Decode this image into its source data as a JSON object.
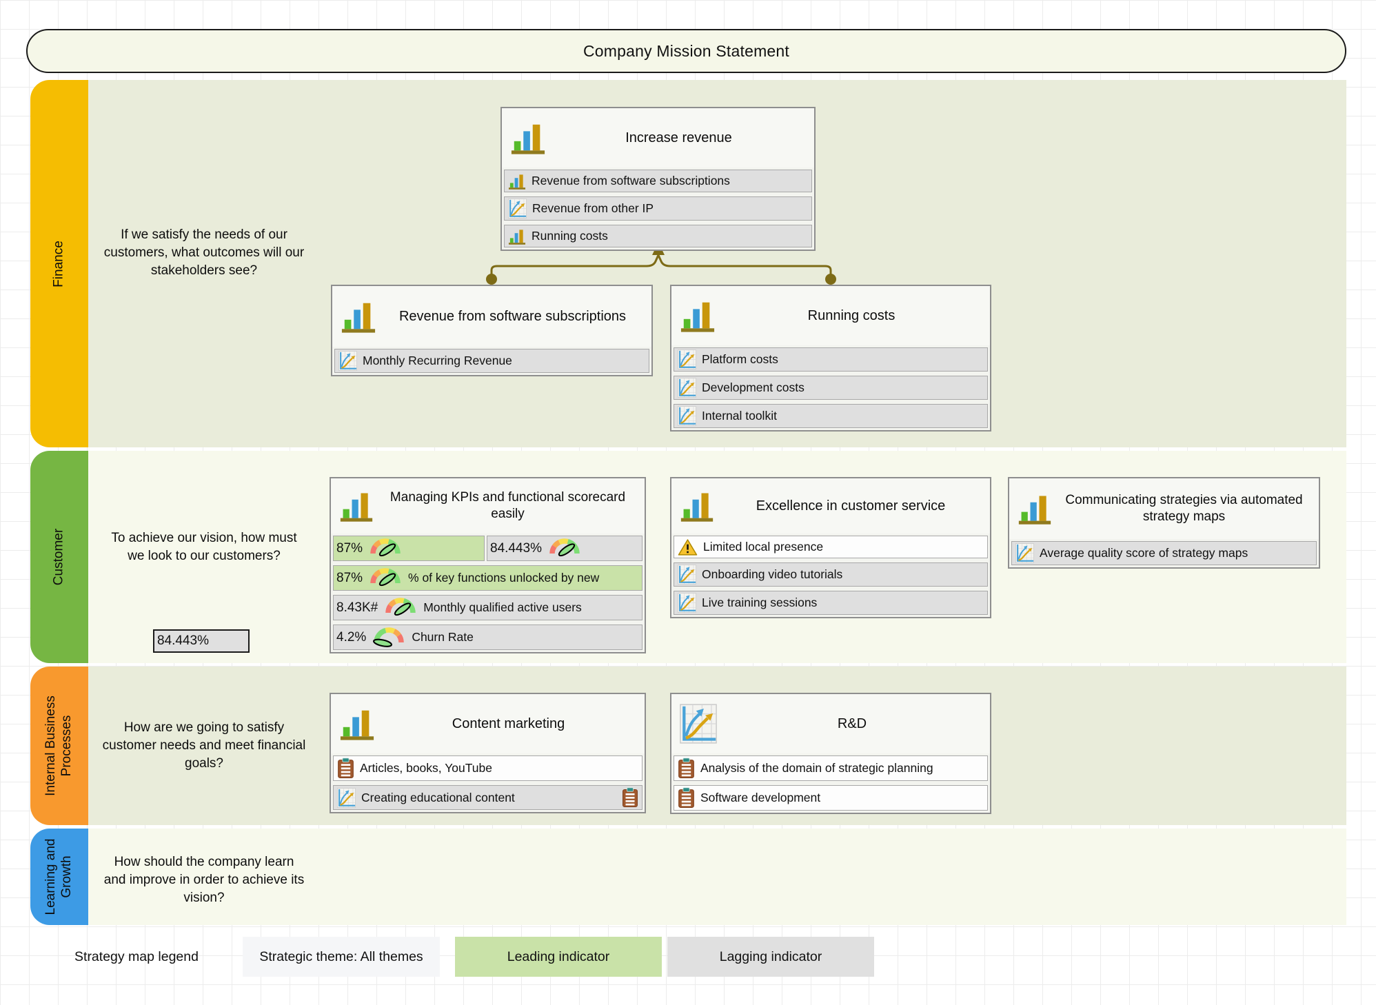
{
  "title": "Company Mission Statement",
  "bands": {
    "finance": {
      "label": "Finance",
      "question": "If we satisfy the needs of our customers, what outcomes will our stakeholders see?"
    },
    "customer": {
      "label": "Customer",
      "question": "To achieve our vision, how must we look to our customers?"
    },
    "internal": {
      "label": "Internal Business Processes",
      "question": "How are we going to satisfy customer needs and meet financial goals?"
    },
    "learning": {
      "label": "Learning and Growth",
      "question": "How should the company learn and improve in order to achieve its vision?"
    }
  },
  "boxes": {
    "increase_revenue": {
      "title": "Increase revenue",
      "items": [
        {
          "icon": "bar-chart-icon",
          "label": "Revenue from software subscriptions"
        },
        {
          "icon": "line-chart-icon",
          "label": "Revenue from other IP"
        },
        {
          "icon": "bar-chart-icon",
          "label": "Running costs"
        }
      ]
    },
    "revenue_software": {
      "title": "Revenue from software subscriptions",
      "items": [
        {
          "icon": "line-chart-icon",
          "label": "Monthly Recurring Revenue"
        }
      ]
    },
    "running_costs": {
      "title": "Running costs",
      "items": [
        {
          "icon": "line-chart-icon",
          "label": "Platform costs"
        },
        {
          "icon": "line-chart-icon",
          "label": "Development costs"
        },
        {
          "icon": "line-chart-icon",
          "label": "Internal toolkit"
        }
      ]
    },
    "kpi_scorecard": {
      "title": "Managing KPIs and functional scorecard easily",
      "rows": [
        {
          "value": "87%",
          "label": "",
          "indicator": "leading",
          "gauge": "normal"
        },
        {
          "value": "84.443%",
          "label": "",
          "indicator": "lagging",
          "gauge": "normal"
        },
        {
          "value": "87%",
          "label": "% of key functions unlocked by new",
          "indicator": "leading",
          "gauge": "normal"
        },
        {
          "value": "8.43K#",
          "label": "Monthly qualified active users",
          "indicator": "lagging",
          "gauge": "normal"
        },
        {
          "value": "4.2%",
          "label": "Churn Rate",
          "indicator": "lagging",
          "gauge": "reversed"
        }
      ]
    },
    "customer_service": {
      "title": "Excellence in customer service",
      "items": [
        {
          "icon": "warning-icon",
          "label": "Limited local presence"
        },
        {
          "icon": "line-chart-icon",
          "label": "Onboarding video tutorials"
        },
        {
          "icon": "line-chart-icon",
          "label": "Live training sessions"
        }
      ]
    },
    "communicating": {
      "title": "Communicating strategies via automated strategy maps",
      "items": [
        {
          "icon": "line-chart-icon",
          "label": "Average quality score of strategy maps"
        }
      ]
    },
    "content_marketing": {
      "title": "Content marketing",
      "items": [
        {
          "icon": "clipboard-icon",
          "label": "Articles, books, YouTube"
        },
        {
          "icon": "line-chart-icon",
          "label": "Creating educational content",
          "trailing_icon": "clipboard-icon"
        }
      ]
    },
    "rnd": {
      "title": "R&D",
      "items": [
        {
          "icon": "clipboard-icon",
          "label": "Analysis of the domain of strategic planning"
        },
        {
          "icon": "clipboard-icon",
          "label": "Software development"
        }
      ]
    }
  },
  "floating_value": "84.443%",
  "legend": {
    "title": "Strategy map legend",
    "theme": "Strategic theme: All themes",
    "leading": "Leading indicator",
    "lagging": "Lagging indicator"
  },
  "colors": {
    "finance_band": "#F5BD02",
    "customer_band": "#76B643",
    "internal_band": "#F8992E",
    "learning_band": "#3D9BE5",
    "band_bg_dark": "#E9ECDA",
    "band_bg_light": "#F7F9EC",
    "leading_bg": "#C9E2A8",
    "lagging_bg": "#E0E0E0",
    "connector": "#7D6B16",
    "title_bg": "#F5F7E8"
  }
}
